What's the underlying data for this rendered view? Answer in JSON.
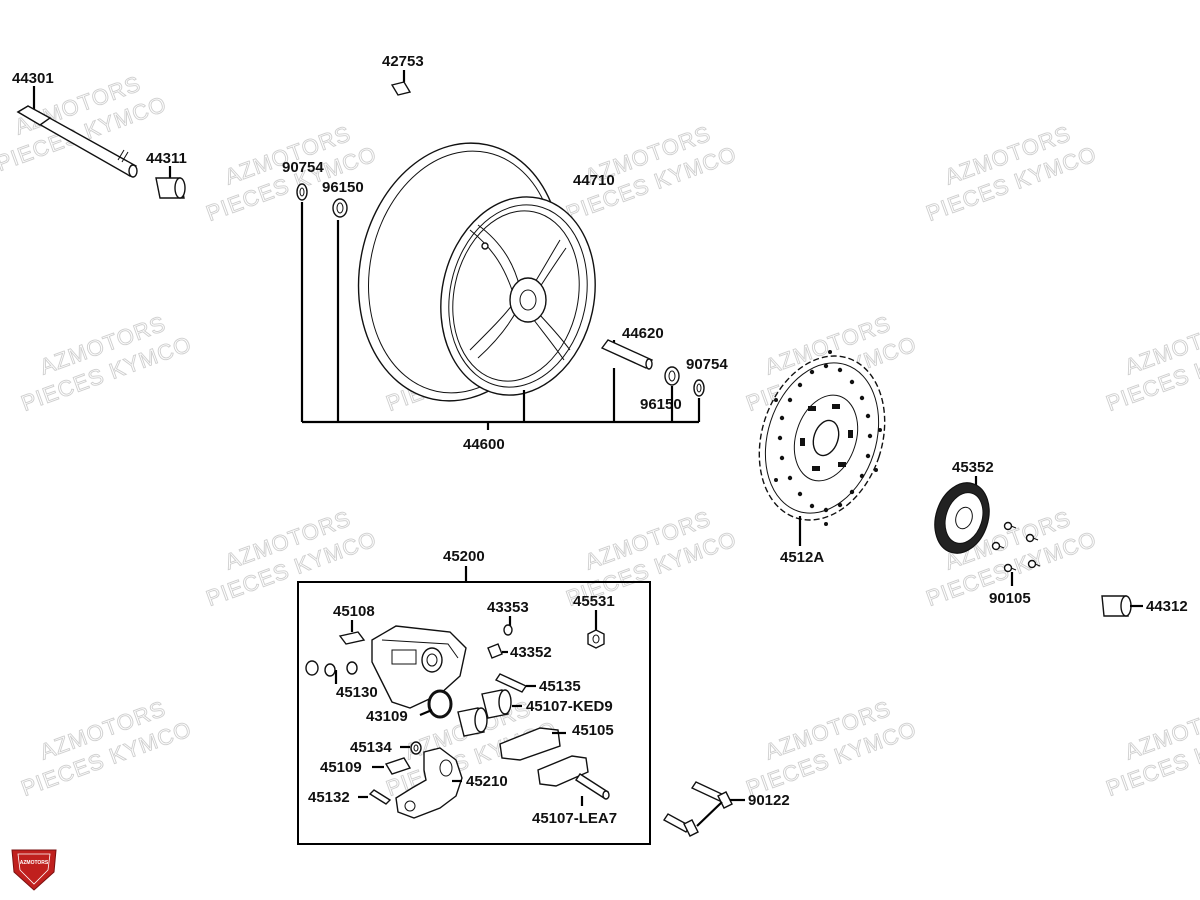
{
  "watermark": {
    "line1": "AZMOTORS",
    "line2": "PIECES KYMCO"
  },
  "logo": {
    "text": "AZMOTORS",
    "color": "#c0201e"
  },
  "labels": {
    "p44301": "44301",
    "p44311": "44311",
    "p42753": "42753",
    "p90754a": "90754",
    "p96150a": "96150",
    "p44710": "44710",
    "p44620": "44620",
    "p90754b": "90754",
    "p96150b": "96150",
    "p44600": "44600",
    "p4512A": "4512A",
    "p45352": "45352",
    "p90105": "90105",
    "p44312": "44312",
    "p45200": "45200",
    "p45108": "45108",
    "p43353": "43353",
    "p45531": "45531",
    "p43352": "43352",
    "p45130": "45130",
    "p45135": "45135",
    "p43109": "43109",
    "p45107KED9": "45107-KED9",
    "p45105": "45105",
    "p45134": "45134",
    "p45109": "45109",
    "p45210": "45210",
    "p45132": "45132",
    "p45107LEA7": "45107-LEA7",
    "p90122": "90122"
  }
}
